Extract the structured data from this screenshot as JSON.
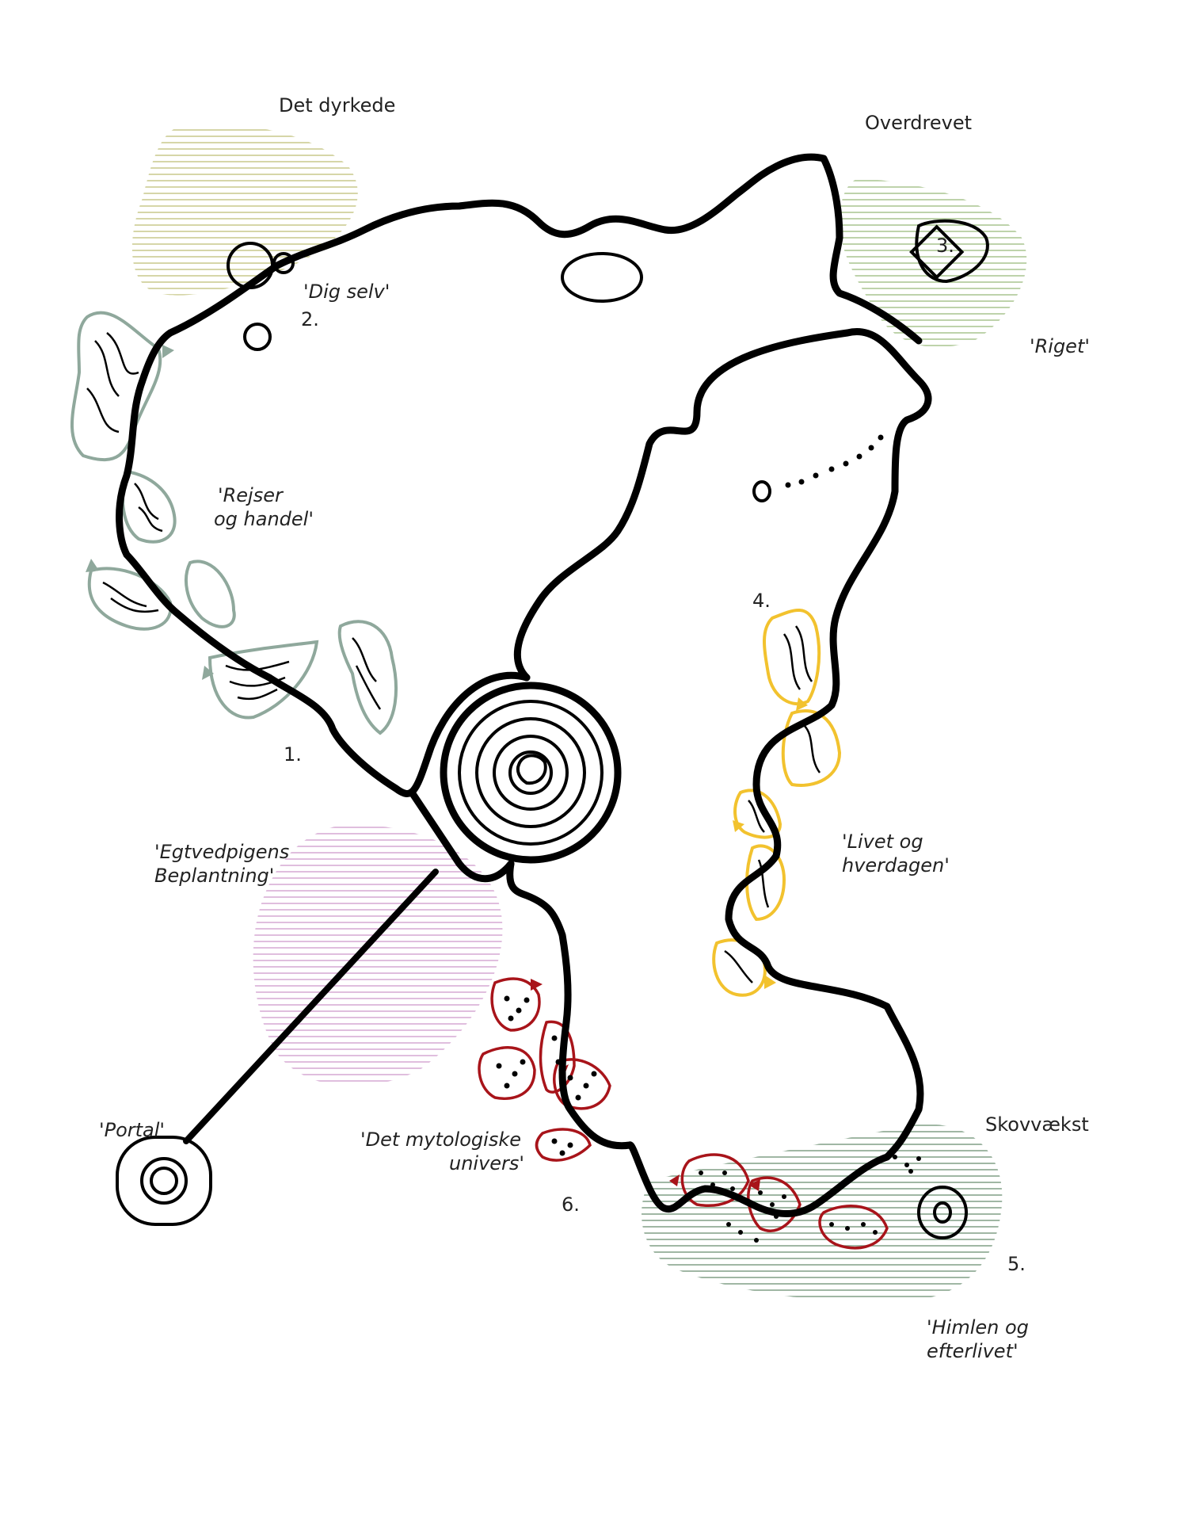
{
  "zones": {
    "cultivated": "Det dyrkede",
    "pasture": "Overdrevet",
    "forest": "Skovvækst",
    "planting": "'Egtvedpigens Beplantning'"
  },
  "stations": [
    {
      "number": "1.",
      "title": "'Rejser og handel'"
    },
    {
      "number": "2.",
      "title": "'Dig selv'"
    },
    {
      "number": "3.",
      "title": "'Riget'"
    },
    {
      "number": "4.",
      "title": "'Livet og hverdagen'"
    },
    {
      "number": "5.",
      "title": "'Himlen og efterlivet'"
    },
    {
      "number": "6.",
      "title": "'Det mytologiske univers'"
    }
  ],
  "portal": "'Portal'",
  "colors": {
    "cultivated": "#c9c98a",
    "pasture": "#a9c48f",
    "forest": "#7f9f86",
    "planting": "#d6a9d3",
    "travel": "#8fa89c",
    "everyday": "#f2c22e",
    "mythology": "#a8141a",
    "outline": "#000000"
  }
}
